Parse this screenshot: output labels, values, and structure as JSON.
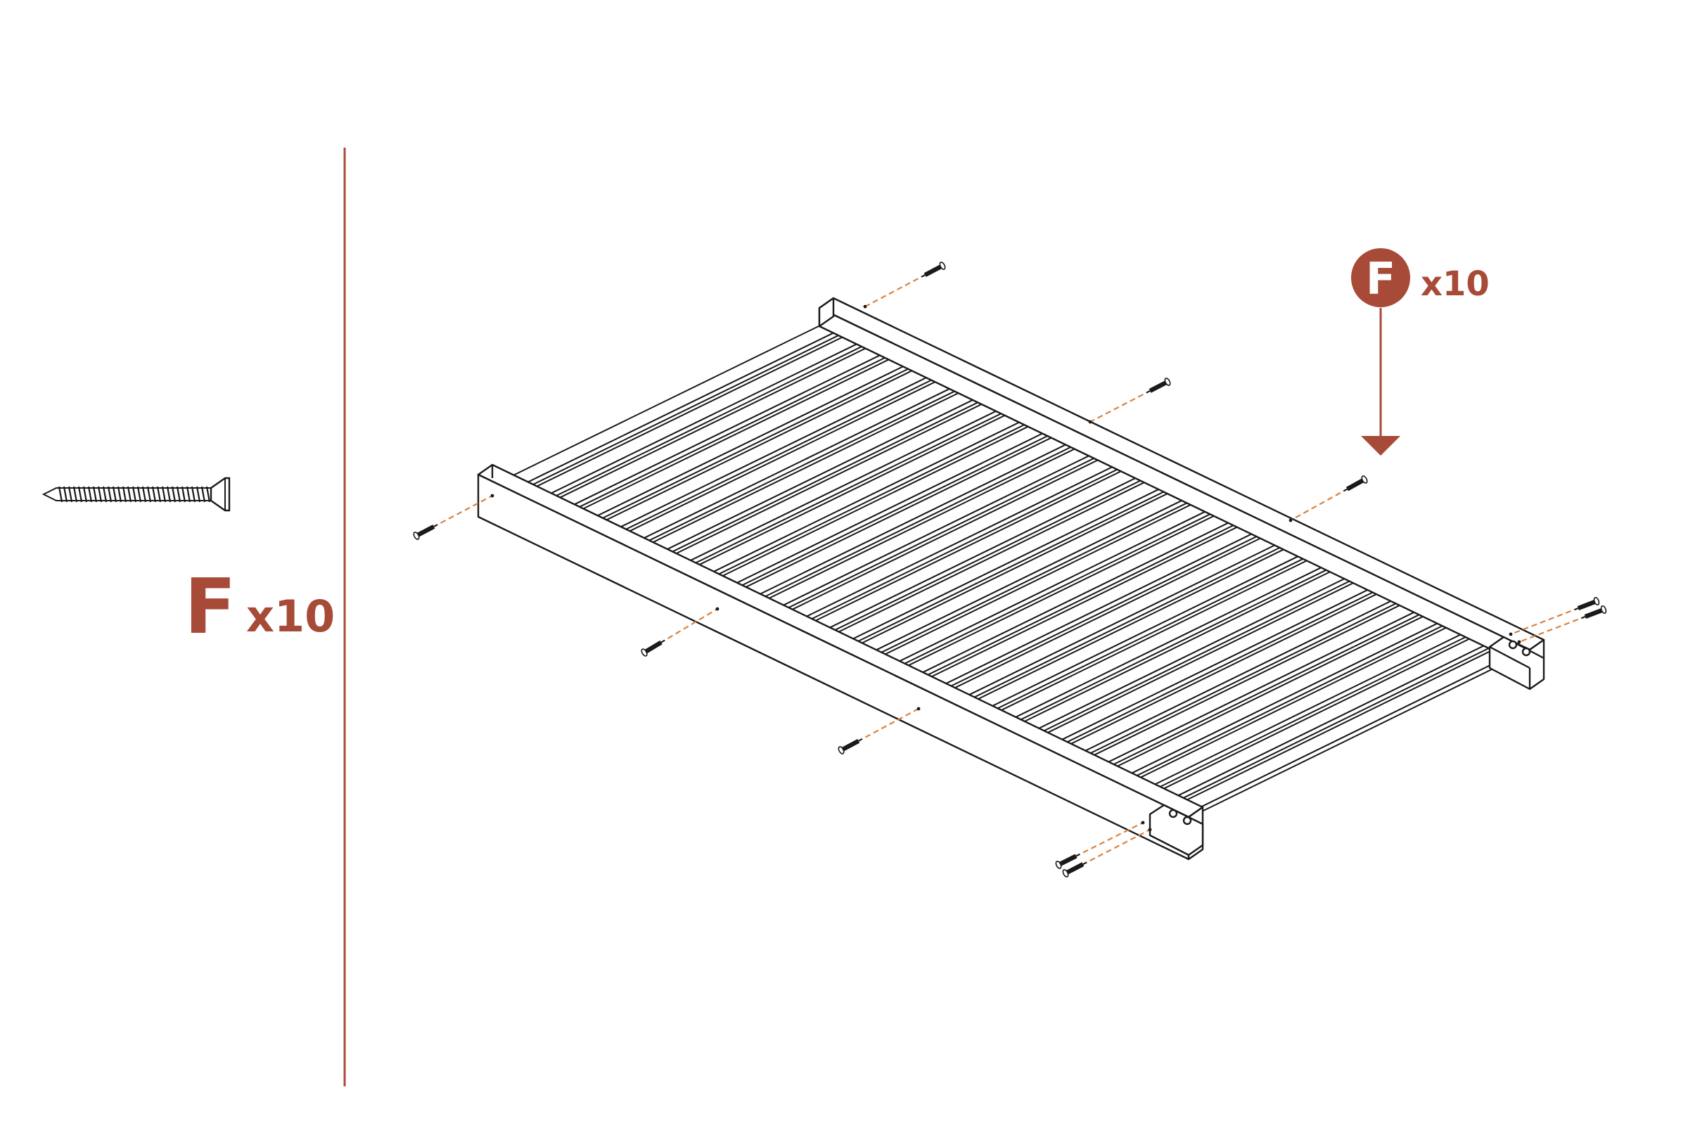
{
  "colors": {
    "accent": "#A84A38",
    "ink": "#1a1a1a",
    "guide": "#D9823F",
    "background": "#ffffff"
  },
  "parts_panel": {
    "part_letter": "F",
    "quantity": "x10",
    "icon": "screw-icon"
  },
  "step": {
    "badge_letter": "F",
    "badge_quantity": "x10",
    "arrow_icon": "down-arrow-icon"
  },
  "assembly": {
    "object": "slatted-bed-base",
    "slat_count": 30,
    "screws_shown": 10
  }
}
